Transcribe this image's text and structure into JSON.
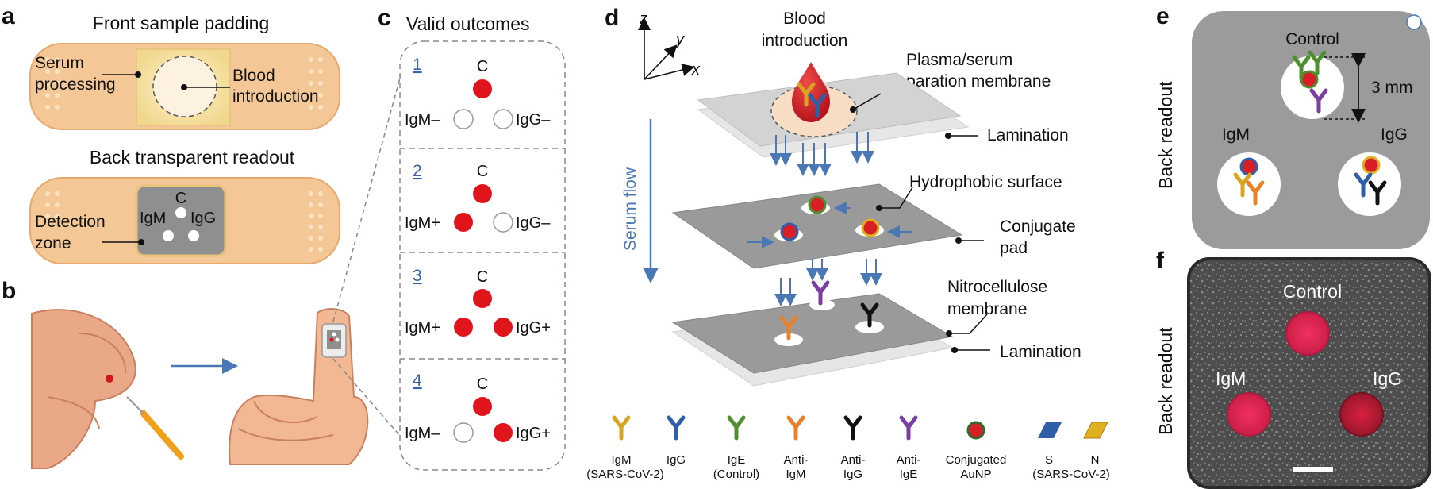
{
  "panels": {
    "a": {
      "label": "a",
      "front_title": "Front sample padding",
      "serum_processing": [
        "Serum",
        "processing"
      ],
      "blood_introduction": [
        "Blood",
        "introduction"
      ],
      "back_title": "Back transparent readout",
      "detection_zone": [
        "Detection",
        "zone"
      ],
      "dot_c": "C",
      "dot_igm": "IgM",
      "dot_igg": "IgG"
    },
    "b": {
      "label": "b"
    },
    "c": {
      "label": "c",
      "title": "Valid outcomes",
      "outcomes": [
        {
          "num": "1",
          "c": "C",
          "left": "IgM–",
          "right": "IgG–",
          "left_pos": false,
          "right_pos": false
        },
        {
          "num": "2",
          "c": "C",
          "left": "IgM+",
          "right": "IgG–",
          "left_pos": true,
          "right_pos": false
        },
        {
          "num": "3",
          "c": "C",
          "left": "IgM+",
          "right": "IgG+",
          "left_pos": true,
          "right_pos": true
        },
        {
          "num": "4",
          "c": "C",
          "left": "IgM–",
          "right": "IgG+",
          "left_pos": false,
          "right_pos": true
        }
      ]
    },
    "d": {
      "label": "d",
      "axis_z": "z",
      "axis_y": "y",
      "axis_x": "x",
      "blood_intro": [
        "Blood",
        "introduction"
      ],
      "plasma_membrane": [
        "Plasma/serum",
        "separation membrane"
      ],
      "lamination_top": "Lamination",
      "hydrophobic": "Hydrophobic surface",
      "conjugate_pad": [
        "Conjugate",
        "pad"
      ],
      "nitrocellulose": [
        "Nitrocellulose",
        "membrane"
      ],
      "lamination_bottom": "Lamination",
      "serum_flow": "Serum flow"
    },
    "legend": [
      {
        "icon": "igm-antibody-icon",
        "color": "#d9a520",
        "lines": [
          "IgM",
          "(SARS-CoV-2)"
        ]
      },
      {
        "icon": "igg-antibody-icon",
        "color": "#2e5fa8",
        "lines": [
          "IgG",
          ""
        ]
      },
      {
        "icon": "ige-antibody-icon",
        "color": "#4f8f2f",
        "lines": [
          "IgE",
          "(Control)"
        ]
      },
      {
        "icon": "anti-igm-antibody-icon",
        "color": "#e8822a",
        "lines": [
          "Anti-",
          "IgM"
        ]
      },
      {
        "icon": "anti-igg-antibody-icon",
        "color": "#111111",
        "lines": [
          "Anti-",
          "IgG"
        ]
      },
      {
        "icon": "anti-ige-antibody-icon",
        "color": "#7a3fa0",
        "lines": [
          "Anti-",
          "IgE"
        ]
      },
      {
        "icon": "conjugated-aunp-icon",
        "color": "#d81f26",
        "lines": [
          "Conjugated",
          "AuNP"
        ]
      },
      {
        "icon": "s-protein-icon",
        "color": "#2e5fa8",
        "lines": [
          "S",
          ""
        ]
      },
      {
        "icon": "n-protein-icon",
        "color": "#e0b020",
        "lines": [
          "N",
          ""
        ]
      }
    ],
    "legend_sars_note": "(SARS-CoV-2)",
    "e": {
      "label": "e",
      "side_title": "Back readout",
      "control": "Control",
      "igm": "IgM",
      "igg": "IgG",
      "scale": "3 mm"
    },
    "f": {
      "label": "f",
      "side_title": "Back readout",
      "control": "Control",
      "igm": "IgM",
      "igg": "IgG"
    }
  },
  "colors": {
    "bandage": "#f4c797",
    "bandage_edge": "#e7a96e",
    "red_dot": "#e0141b",
    "flow_blue": "#4a78b5",
    "panel_e_bg": "#9b9b9b",
    "membrane_gray": "#9a9a9a"
  }
}
